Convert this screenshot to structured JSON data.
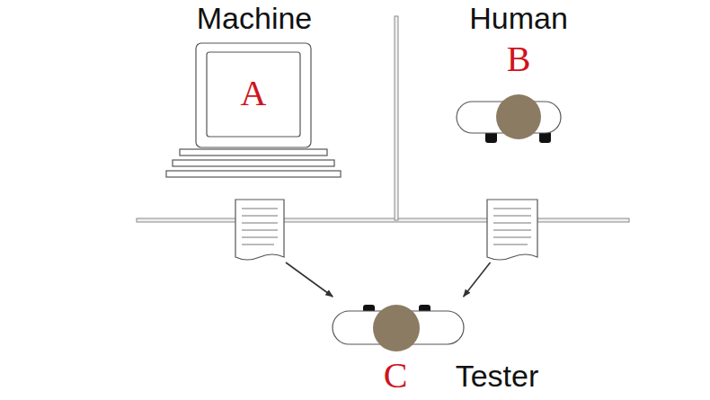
{
  "diagram": {
    "nodes": [
      {
        "text": [
          "Machine",
          "A"
        ]
      },
      {
        "text": [
          "Human",
          "B"
        ]
      },
      {
        "text": [
          "C",
          "Tester"
        ]
      }
    ],
    "edges": [
      {
        "from": 0,
        "to": 2,
        "arrow": "to"
      },
      {
        "from": 1,
        "to": 2,
        "arrow": "to"
      }
    ]
  }
}
